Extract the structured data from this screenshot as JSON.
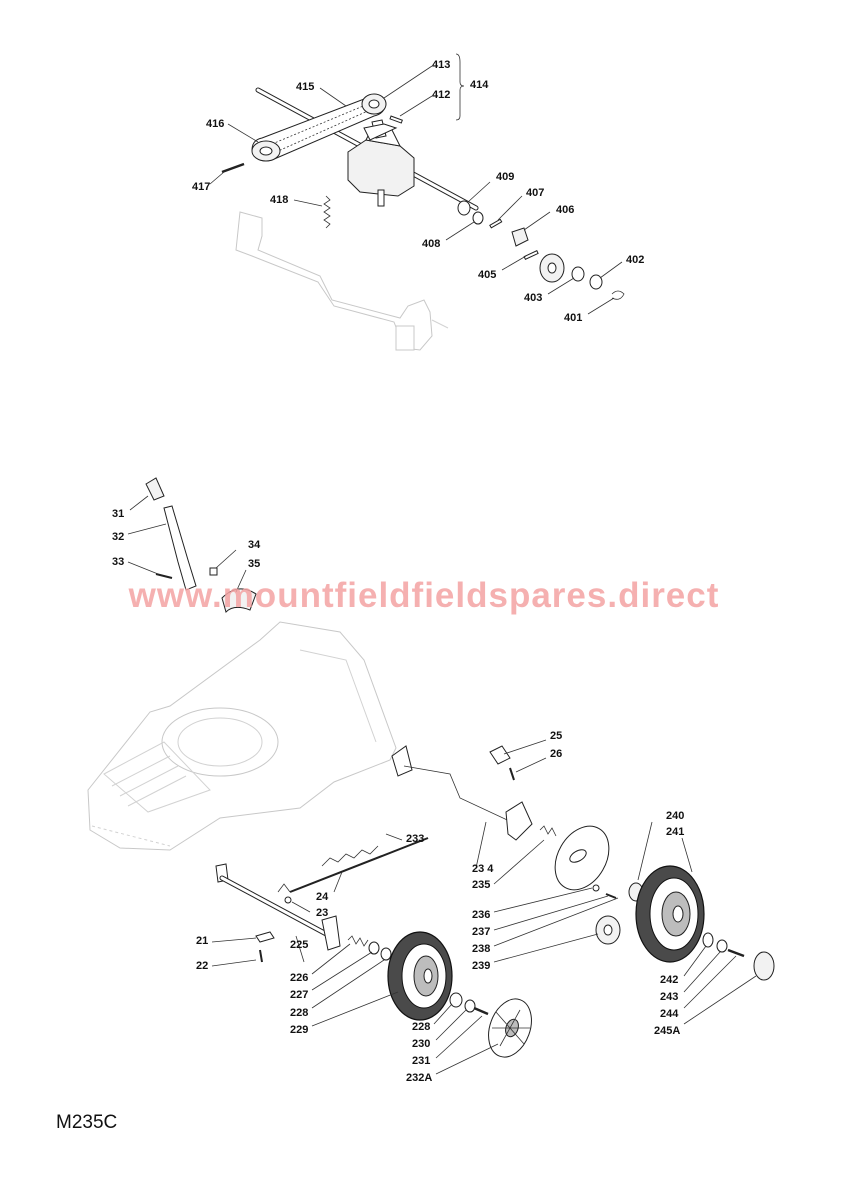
{
  "watermark": "www.mountfieldfieldspares.direct",
  "model_code": "M235C",
  "labels": {
    "l413": "413",
    "l414": "414",
    "l415": "415",
    "l412": "412",
    "l416": "416",
    "l417": "417",
    "l418": "418",
    "l409": "409",
    "l407": "407",
    "l406": "406",
    "l408": "408",
    "l405": "405",
    "l402": "402",
    "l403": "403",
    "l401": "401",
    "l31": "31",
    "l32": "32",
    "l33": "33",
    "l34": "34",
    "l35": "35",
    "l25": "25",
    "l26": "26",
    "l233": "233",
    "l234": "23 4",
    "l235": "235",
    "l240": "240",
    "l241": "241",
    "l24": "24",
    "l23": "23",
    "l21": "21",
    "l22": "22",
    "l225": "225",
    "l226": "226",
    "l227": "227",
    "l228a": "228",
    "l229": "229",
    "l236": "236",
    "l237": "237",
    "l238": "238",
    "l239": "239",
    "l242": "242",
    "l243": "243",
    "l244": "244",
    "l245A": "245A",
    "l228b": "228",
    "l230": "230",
    "l231": "231",
    "l232A": "232A"
  }
}
